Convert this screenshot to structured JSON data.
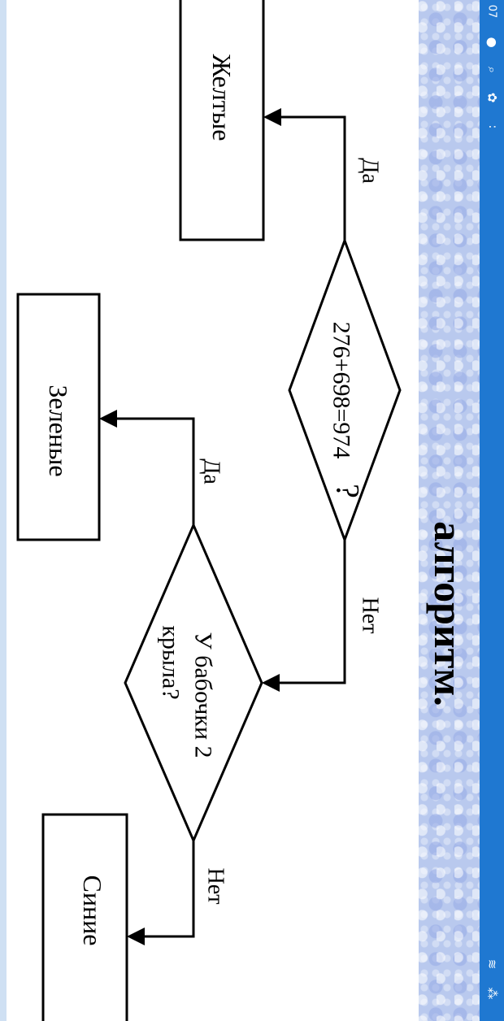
{
  "header": {
    "title": "алгоритм."
  },
  "status_bar": {
    "time_fragment": "07",
    "icons": [
      "notification-icon",
      "search-icon",
      "settings-icon",
      "more-icon",
      "battery-icon",
      "wifi-icon"
    ]
  },
  "diagram": {
    "decision1": {
      "text": "276+698=974",
      "mark": "?"
    },
    "decision2": {
      "line1": "У бабочки 2",
      "line2": "крыла?"
    },
    "outputs": {
      "yellow": "Желтые",
      "green": "Зеленые",
      "blue": "Синие"
    },
    "edge_labels": {
      "d1_yes": "Да",
      "d1_no": "Нет",
      "d2_yes": "Да",
      "d2_no": "Нет"
    }
  },
  "colors": {
    "sidebar": "#1f78d1",
    "texture": "#b9c9ee"
  }
}
